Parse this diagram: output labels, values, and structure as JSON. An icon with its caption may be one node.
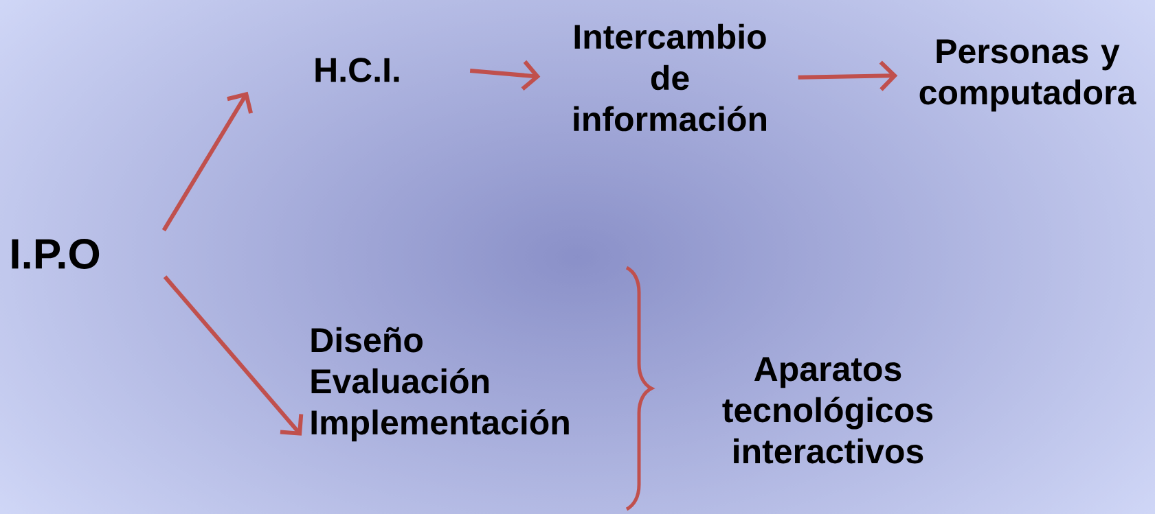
{
  "diagram": {
    "nodes": [
      {
        "text": [
          "I.P.O"
        ]
      },
      {
        "text": [
          "H.C.I."
        ]
      },
      {
        "text": [
          "Intercambio de información"
        ]
      },
      {
        "text": [
          "Personas y computadora"
        ]
      },
      {
        "text": [
          "Diseño",
          "Evaluación",
          "Implementación"
        ]
      },
      {
        "text": [
          "Aparatos tecnológicos interactivos"
        ]
      }
    ],
    "edges": [
      {
        "from": 0,
        "to": 1,
        "arrow": "to"
      },
      {
        "from": 1,
        "to": 2,
        "arrow": "to"
      },
      {
        "from": 2,
        "to": 3,
        "arrow": "to"
      },
      {
        "from": 0,
        "to": 4,
        "arrow": "to"
      }
    ]
  }
}
